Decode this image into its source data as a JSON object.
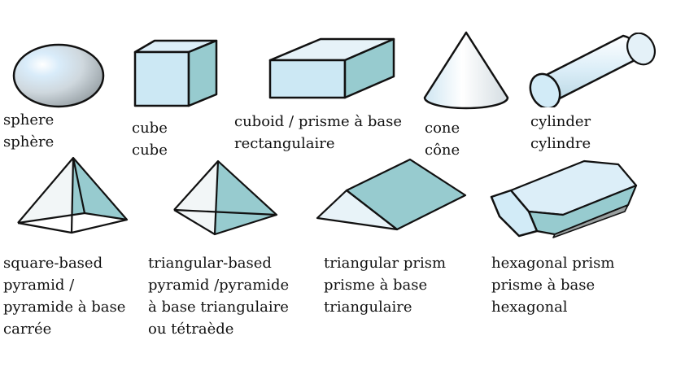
{
  "colors": {
    "face_light": "#dceef8",
    "face_mid": "#c6e4f0",
    "face_dark": "#97cbcf",
    "outline": "#111111"
  },
  "shapes": [
    {
      "id": "sphere",
      "line1": "sphere",
      "line2": "sphère",
      "line3": "",
      "line4": "",
      "icon": "sphere-icon"
    },
    {
      "id": "cube",
      "line1": "cube",
      "line2": "cube",
      "line3": "",
      "line4": "",
      "icon": "cube-icon"
    },
    {
      "id": "cuboid",
      "line1": "cuboid / prisme à base",
      "line2": "rectangulaire",
      "line3": "",
      "line4": "",
      "icon": "cuboid-icon"
    },
    {
      "id": "cone",
      "line1": "cone",
      "line2": "cône",
      "line3": "",
      "line4": "",
      "icon": "cone-icon"
    },
    {
      "id": "cylinder",
      "line1": "cylinder",
      "line2": "cylindre",
      "line3": "",
      "line4": "",
      "icon": "cylinder-icon"
    },
    {
      "id": "square-pyramid",
      "line1": "square-based",
      "line2": "pyramid /",
      "line3": "pyramide à base",
      "line4": "carrée",
      "icon": "square-pyramid-icon"
    },
    {
      "id": "triangular-pyramid",
      "line1": "triangular-based",
      "line2": "pyramid /pyramide",
      "line3": "à base triangulaire",
      "line4": "ou tétraède",
      "icon": "tetrahedron-icon"
    },
    {
      "id": "triangular-prism",
      "line1": "triangular prism",
      "line2": "prisme à base",
      "line3": "triangulaire",
      "line4": "",
      "icon": "triangular-prism-icon"
    },
    {
      "id": "hexagonal-prism",
      "line1": "hexagonal prism",
      "line2": "prisme à base",
      "line3": "hexagonal",
      "line4": "",
      "icon": "hexagonal-prism-icon"
    }
  ]
}
